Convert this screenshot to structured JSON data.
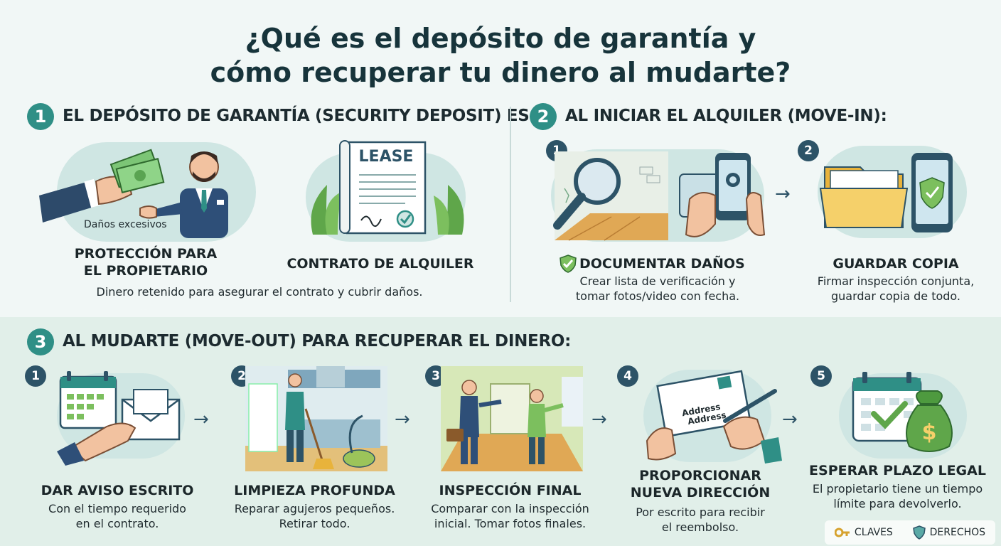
{
  "title": {
    "line1": "¿Qué es el depósito de garantía y",
    "line2": "cómo recuperar tu dinero al mudarte?"
  },
  "section1": {
    "number": "1",
    "heading": "EL DEPÓSITO DE GARANTÍA (SECURITY DEPOSIT) ES:",
    "illustration_tag": "Daños excesivos",
    "lease_doc_label": "LEASE",
    "item1_label_line1": "PROTECCIÓN PARA",
    "item1_label_line2": "EL PROPIETARIO",
    "item2_label": "CONTRATO DE ALQUILER",
    "description": "Dinero retenido para asegurar el contrato y cubrir daños."
  },
  "section2": {
    "number": "2",
    "heading": "AL INICIAR EL ALQUILER (MOVE-IN):",
    "steps": [
      {
        "number": "1",
        "label": "DOCUMENTAR DAÑOS",
        "desc_line1": "Crear lista de verificación y",
        "desc_line2": "tomar fotos/video con fecha."
      },
      {
        "number": "2",
        "label": "GUARDAR COPIA",
        "desc_line1": "Firmar inspección conjunta,",
        "desc_line2": "guardar copia de todo."
      }
    ]
  },
  "section3": {
    "number": "3",
    "heading": "AL MUDARTE (MOVE-OUT) PARA RECUPERAR EL DINERO:",
    "envelope_text_line1": "Address",
    "envelope_text_line2": "Address",
    "steps": [
      {
        "number": "1",
        "label_line1": "DAR AVISO ESCRITO",
        "label_line2": "",
        "desc_line1": "Con el tiempo requerido",
        "desc_line2": "en el contrato."
      },
      {
        "number": "2",
        "label_line1": "LIMPIEZA PROFUNDA",
        "label_line2": "",
        "desc_line1": "Reparar agujeros pequeños.",
        "desc_line2": "Retirar todo."
      },
      {
        "number": "3",
        "label_line1": "INSPECCIÓN FINAL",
        "label_line2": "",
        "desc_line1": "Comparar con la inspección",
        "desc_line2": "inicial. Tomar fotos finales."
      },
      {
        "number": "4",
        "label_line1": "PROPORCIONAR",
        "label_line2": "NUEVA DIRECCIÓN",
        "desc_line1": "Por escrito para recibir",
        "desc_line2": "el reembolso."
      },
      {
        "number": "5",
        "label_line1": "ESPERAR PLAZO LEGAL",
        "label_line2": "",
        "desc_line1": "El propietario tiene un tiempo",
        "desc_line2": "límite para devolverlo."
      }
    ]
  },
  "legend": {
    "keys_label": "CLAVES",
    "rights_label": "DERECHOS"
  },
  "icons": {
    "key": "key-icon",
    "shield": "shield-icon",
    "check_shield": "check-shield-icon",
    "arrow": "arrow-right-icon"
  },
  "colors": {
    "accent": "#2f8f86",
    "step_badge": "#2d5367",
    "band": "#e1efe9",
    "money_bag": "#5fa64a",
    "folder": "#f2c94c"
  }
}
